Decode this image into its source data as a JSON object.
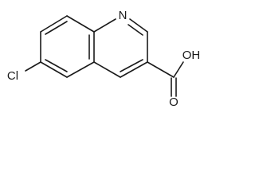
{
  "molecule": {
    "atoms": {
      "nitrogen": "N",
      "chlorine": "Cl",
      "hydroxyl": "OH",
      "carbonyl_oxygen": "O"
    },
    "colors": {
      "bond": "#1a1a1a",
      "label": "#1a1a1a",
      "background": "#ffffff"
    }
  }
}
